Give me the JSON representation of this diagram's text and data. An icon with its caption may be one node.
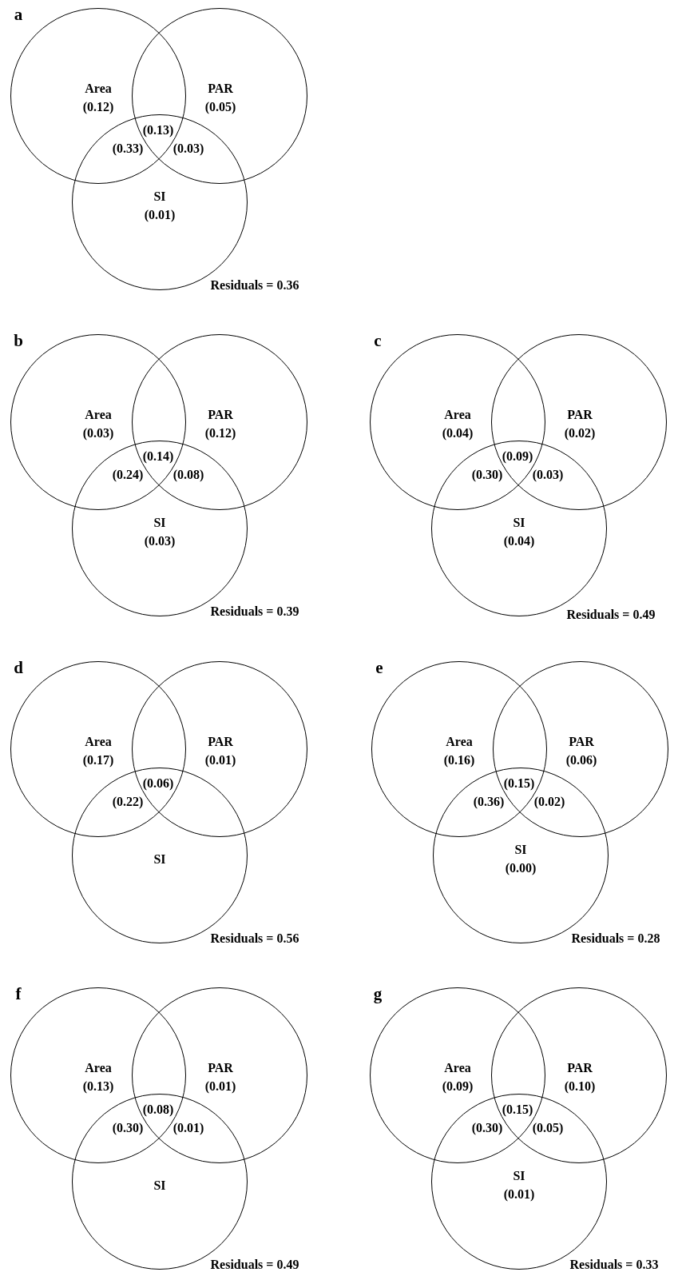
{
  "diagram": {
    "nodes": [
      {
        "text": [
          "Area (0.12)"
        ]
      },
      {
        "text": [
          "PAR (0.05)"
        ]
      },
      {
        "text": [
          "SI (0.01)"
        ]
      },
      {
        "text": [
          "Area (0.03)"
        ]
      },
      {
        "text": [
          "PAR (0.12)"
        ]
      },
      {
        "text": [
          "SI (0.03)"
        ]
      },
      {
        "text": [
          "Area (0.04)"
        ]
      },
      {
        "text": [
          "PAR (0.02)"
        ]
      },
      {
        "text": [
          "SI (0.04)"
        ]
      },
      {
        "text": [
          "Area (0.17)"
        ]
      },
      {
        "text": [
          "PAR (0.01)"
        ]
      },
      {
        "text": [
          "SI"
        ]
      },
      {
        "text": [
          "Area (0.16)"
        ]
      },
      {
        "text": [
          "PAR (0.06)"
        ]
      },
      {
        "text": [
          "SI (0.00)"
        ]
      },
      {
        "text": [
          "Area (0.13)"
        ]
      },
      {
        "text": [
          "PAR (0.01)"
        ]
      },
      {
        "text": [
          "SI"
        ]
      },
      {
        "text": [
          "Area (0.09)"
        ]
      },
      {
        "text": [
          "PAR (0.10)"
        ]
      },
      {
        "text": [
          "SI (0.01)"
        ]
      }
    ],
    "labels": [
      "a",
      "(0.13)",
      "(0.33)",
      "(0.03)",
      "Residuals = 0.36",
      "b",
      "(0.14)",
      "(0.24)",
      "(0.08)",
      "Residuals = 0.39",
      "c",
      "(0.09)",
      "(0.30)",
      "(0.03)",
      "Residuals = 0.49",
      "d",
      "(0.06)",
      "(0.22)",
      "Residuals = 0.56",
      "e",
      "(0.15)",
      "(0.36)",
      "(0.02)",
      "Residuals = 0.28",
      "f",
      "(0.08)",
      "(0.30)",
      "(0.01)",
      "Residuals = 0.49",
      "g",
      "(0.15)",
      "(0.30)",
      "(0.05)",
      "Residuals = 0.33"
    ]
  }
}
